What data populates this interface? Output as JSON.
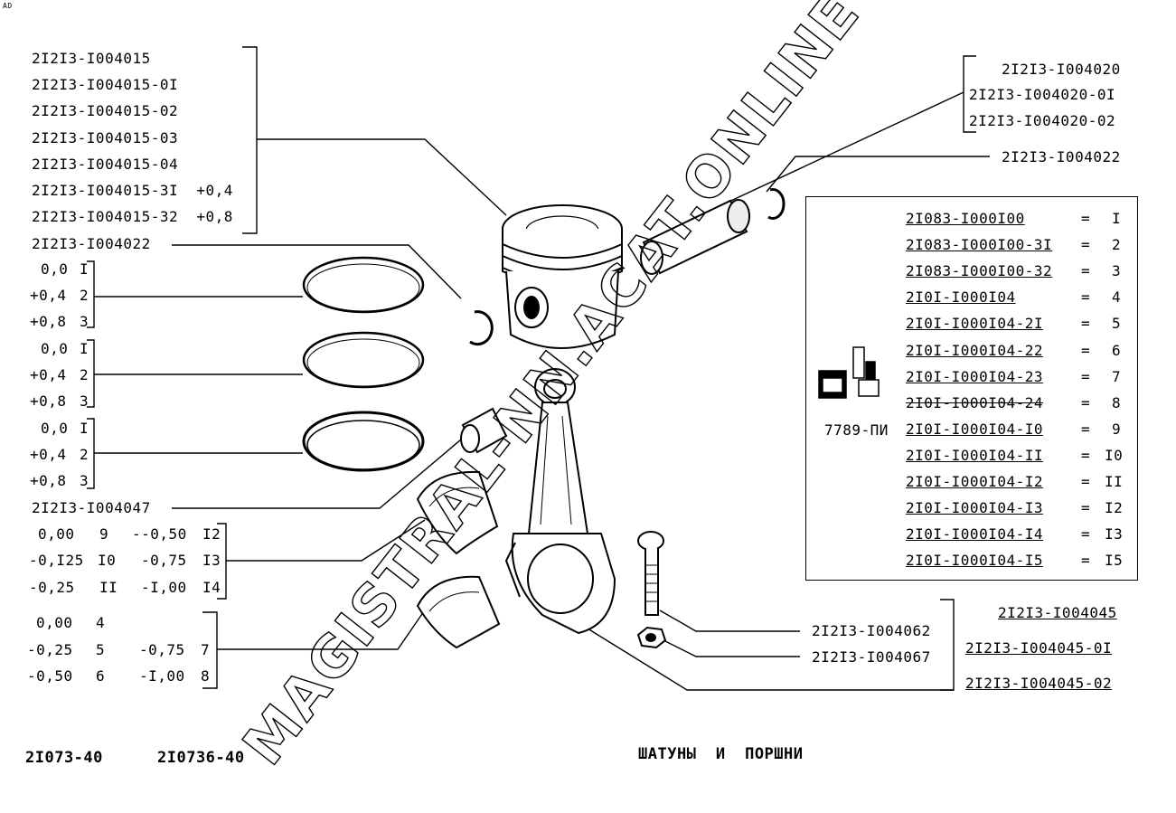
{
  "corner_mark": "AD",
  "piston_parts": [
    "2I2I3-I00401 5",
    "2I2I3-I00401 5-0I",
    "2I2I3-I00401 5-02",
    "2I2I3-I00401 5-03",
    "2I2I3-I00401 5-04",
    "2I2I3-I00401 5-3I  +0,4",
    "2I2I3-I00401 5-32  +0,8"
  ],
  "piston_parts_clean": [
    "2I2I3-I004015",
    "2I2I3-I004015-0I",
    "2I2I3-I004015-02",
    "2I2I3-I004015-03",
    "2I2I3-I004015-04",
    "2I2I3-I004015-3I  +0,4",
    "2I2I3-I004015-32  +0,8"
  ],
  "circlip_left": "2I2I3-I004022",
  "ring_sets": [
    [
      {
        "v": "0,0",
        "n": "I"
      },
      {
        "v": "+0,4",
        "n": "2"
      },
      {
        "v": "+0,8",
        "n": "3"
      }
    ],
    [
      {
        "v": "0,0",
        "n": "I"
      },
      {
        "v": "+0,4",
        "n": "2"
      },
      {
        "v": "+0,8",
        "n": "3"
      }
    ],
    [
      {
        "v": "0,0",
        "n": "I"
      },
      {
        "v": "+0,4",
        "n": "2"
      },
      {
        "v": "+0,8",
        "n": "3"
      }
    ]
  ],
  "bushing": "2I2I3-I004047",
  "rod_bearings": [
    [
      "0,00",
      "9",
      "--0,50",
      "I2"
    ],
    [
      "-0,I25",
      "I0",
      "-0,75",
      "I3"
    ],
    [
      "-0,25",
      "II",
      "-I,00",
      "I4"
    ]
  ],
  "main_bearings": [
    [
      "0,00",
      "4",
      "",
      ""
    ],
    [
      "-0,25",
      "5",
      "-0,75",
      "7"
    ],
    [
      "-0,50",
      "6",
      "-I,00",
      "8"
    ]
  ],
  "pin_parts": [
    "2I2I3-I004020",
    "2I2I3-I004020-0I",
    "2I2I3-I004020-02"
  ],
  "circlip_right": "2I2I3-I004022",
  "table": {
    "tool_label": "7789-ПИ",
    "rows": [
      {
        "part": "2I083-I000I00",
        "eq": "=",
        "num": "I"
      },
      {
        "part": "2I083-I000I00-3I",
        "eq": "=",
        "num": "2"
      },
      {
        "part": "2I083-I000I00-32",
        "eq": "=",
        "num": "3"
      },
      {
        "part": "2I0I-I000I04",
        "eq": "=",
        "num": "4"
      },
      {
        "part": "2I0I-I000I04-2I",
        "eq": "=",
        "num": "5"
      },
      {
        "part": "2I0I-I000I04-22",
        "eq": "=",
        "num": "6"
      },
      {
        "part": "2I0I-I000I04-23",
        "eq": "=",
        "num": "7"
      },
      {
        "part": "2I0I-I000I04-24",
        "eq": "=",
        "num": "8"
      },
      {
        "part": "2I0I-I000I04-I0",
        "eq": "=",
        "num": "9"
      },
      {
        "part": "2I0I-I000I04-II",
        "eq": "=",
        "num": "I0"
      },
      {
        "part": "2I0I-I000I04-I2",
        "eq": "=",
        "num": "II"
      },
      {
        "part": "2I0I-I000I04-I3",
        "eq": "=",
        "num": "I2"
      },
      {
        "part": "2I0I-I000I04-I4",
        "eq": "=",
        "num": "I3"
      },
      {
        "part": "2I0I-I000I04-I5",
        "eq": "=",
        "num": "I5"
      }
    ]
  },
  "bolt": "2I2I3-I004062",
  "nut": "2I2I3-I004067",
  "rod_parts": [
    "2I2I3-I004045",
    "2I2I3-I004045-0I",
    "2I2I3-I004045-02"
  ],
  "footer": {
    "model1": "2I073-40",
    "model2": "2I0736-40",
    "title": "ШАТУНЫ  И  ПОРШНИ"
  },
  "watermark": "MAGISTRAL-NN.ACAT.ONLINE"
}
